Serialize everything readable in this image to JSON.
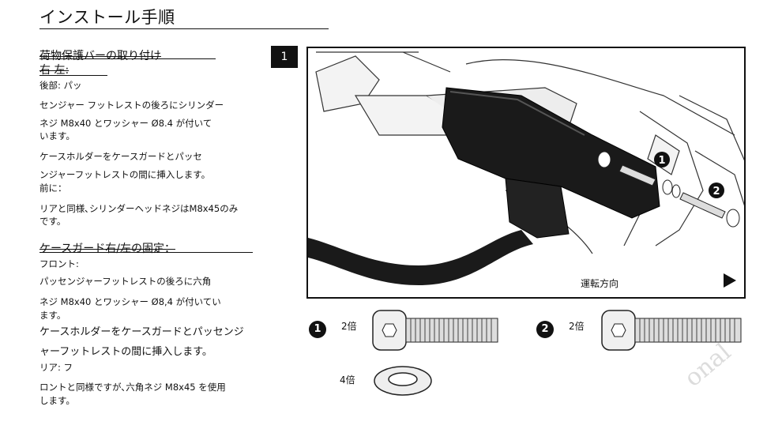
{
  "title": "インストール手順",
  "section1": {
    "heading": "荷物保護バーの取り付け",
    "subheading": "右 左:",
    "rear_label": "後部: パッ",
    "rear_lines": [
      "センジャー フットレストの後ろにシリンダー",
      "ネジ M8x40 とワッシャー Ø8.4 が付いて",
      "います。",
      "ケースホルダーをケースガードとパッセ",
      "ンジャーフットレストの間に挿入します。"
    ],
    "front_label": "前に：",
    "front_lines": [
      "リアと同様､シリンダーヘッドネジはM8x45のみ",
      "です。"
    ]
  },
  "section2": {
    "heading": "ケースガード右/左の固定：",
    "front_label": "フロント:",
    "lines_a": [
      "パッセンジャーフットレストの後ろに六角",
      "ネジ M8x40 とワッシャー Ø8,4 が付いてい",
      "ます。"
    ],
    "lines_b": [
      "ケースホルダーをケースガードとパッセンジ",
      "ャーフットレストの間に挿入します。"
    ],
    "rear_label": "リア: フ",
    "lines_c": [
      "ロントと同様ですが､六角ネジ M8x45 を使用",
      "します。"
    ]
  },
  "step": {
    "number": "1",
    "direction_label": "運転方向",
    "callouts": [
      "1",
      "2"
    ]
  },
  "parts": [
    {
      "badge": "1",
      "qty": "2倍"
    },
    {
      "badge": "2",
      "qty": "2倍"
    },
    {
      "badge": "",
      "qty": "4倍"
    }
  ],
  "watermark": "onal",
  "colors": {
    "ink": "#111111",
    "metal": "#e8e8e8",
    "case": "#1a1a1a"
  }
}
